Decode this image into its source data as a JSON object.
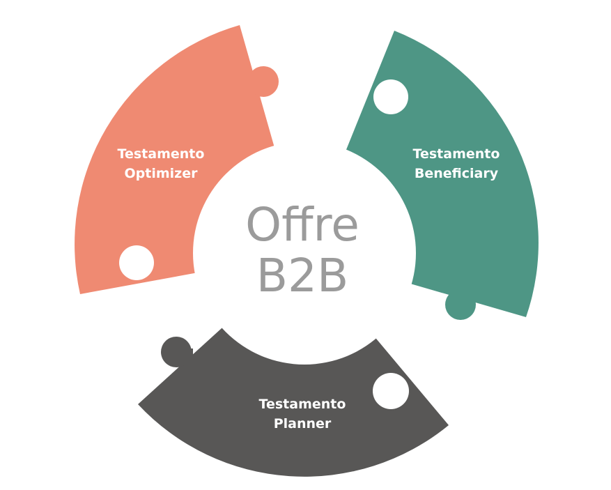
{
  "center": {
    "line1": "Offre",
    "line2": "B2B"
  },
  "segments": {
    "optimizer": {
      "line1": "Testamento",
      "line2": "Optimizer",
      "color": "#ef8a72"
    },
    "beneficiary": {
      "line1": "Testamento",
      "line2": "Beneficiary",
      "color": "#4e9685"
    },
    "planner": {
      "line1": "Testamento",
      "line2": "Planner",
      "color": "#585756"
    }
  }
}
